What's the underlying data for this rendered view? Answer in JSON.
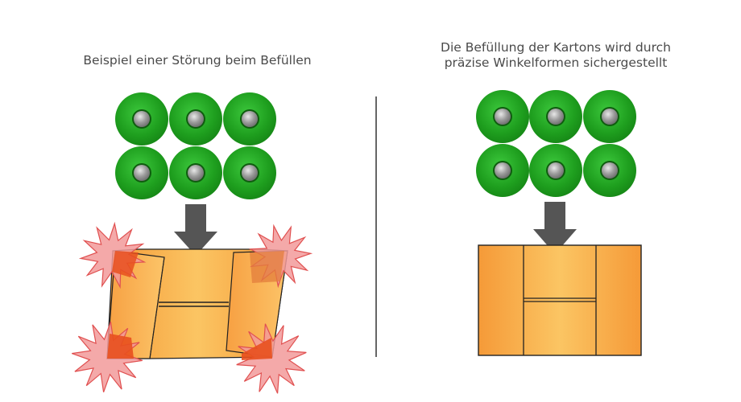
{
  "left_panel": {
    "caption": "Beispiel einer Störung beim Befüllen"
  },
  "right_panel": {
    "caption_line1": "Die Befüllung der Kartons wird durch",
    "caption_line2": "präzise Winkelformen sichergestellt"
  },
  "colors": {
    "bottle_green": "#1e9e1e",
    "bottle_center": "#9a9a9a",
    "carton_orange": "#f7a84a",
    "arrow_gray": "#555555",
    "fault_red": "#f29a9a",
    "divider_gray": "#666666"
  },
  "icons": {
    "bottle": "bottle-top-icon",
    "arrow": "down-arrow-icon",
    "fault": "collision-burst-icon"
  }
}
